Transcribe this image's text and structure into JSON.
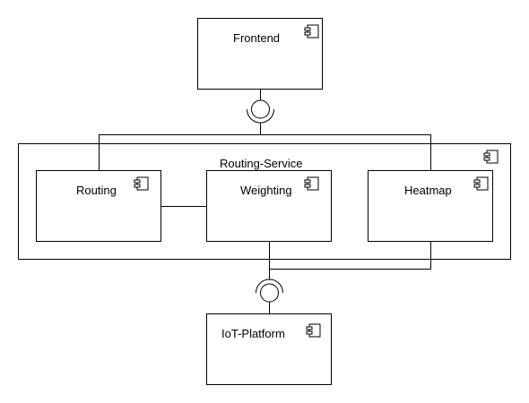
{
  "diagram": {
    "components": {
      "frontend": "Frontend",
      "routing_service": "Routing-Service",
      "routing": "Routing",
      "weighting": "Weighting",
      "heatmap": "Heatmap",
      "iot_platform": "IoT-Platform"
    },
    "icons": {
      "component": "uml-component-icon",
      "provided_interface": "lollipop-icon",
      "required_interface": "socket-icon"
    },
    "colors": {
      "stroke": "#000000",
      "fill": "#ffffff"
    }
  }
}
